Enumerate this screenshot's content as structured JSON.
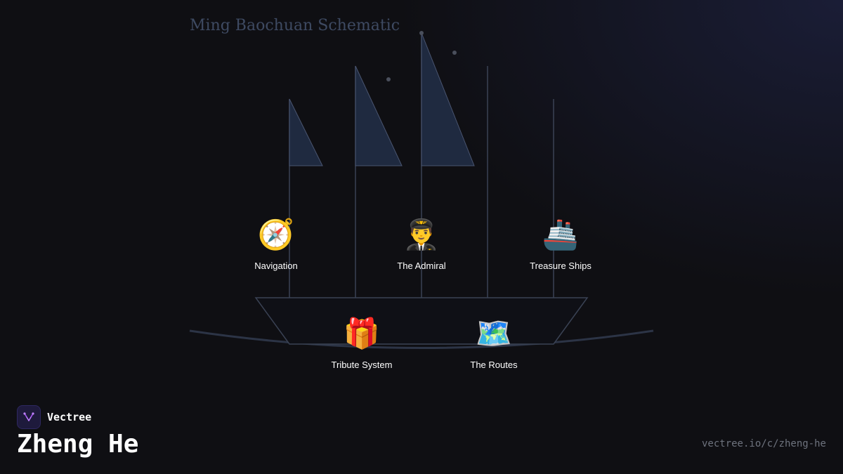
{
  "diagram": {
    "title": "Ming Baochuan Schematic",
    "nodes": [
      {
        "id": "navigation",
        "label": "Navigation",
        "emoji": "🧭"
      },
      {
        "id": "admiral",
        "label": "The Admiral",
        "emoji": "👨‍✈️"
      },
      {
        "id": "treasure-ships",
        "label": "Treasure Ships",
        "emoji": "🚢"
      },
      {
        "id": "tribute-system",
        "label": "Tribute System",
        "emoji": "🎁"
      },
      {
        "id": "routes",
        "label": "The Routes",
        "emoji": "🗺️"
      }
    ]
  },
  "brand": {
    "name": "Vectree"
  },
  "page": {
    "title": "Zheng He",
    "url": "vectree.io/c/zheng-he"
  },
  "colors": {
    "background": "#0f0f13",
    "line": "#3a4254",
    "sail_fill": "#1f2a40",
    "text": "#ffffff",
    "muted": "#6e737e",
    "brand_accent": "#a855f7"
  }
}
